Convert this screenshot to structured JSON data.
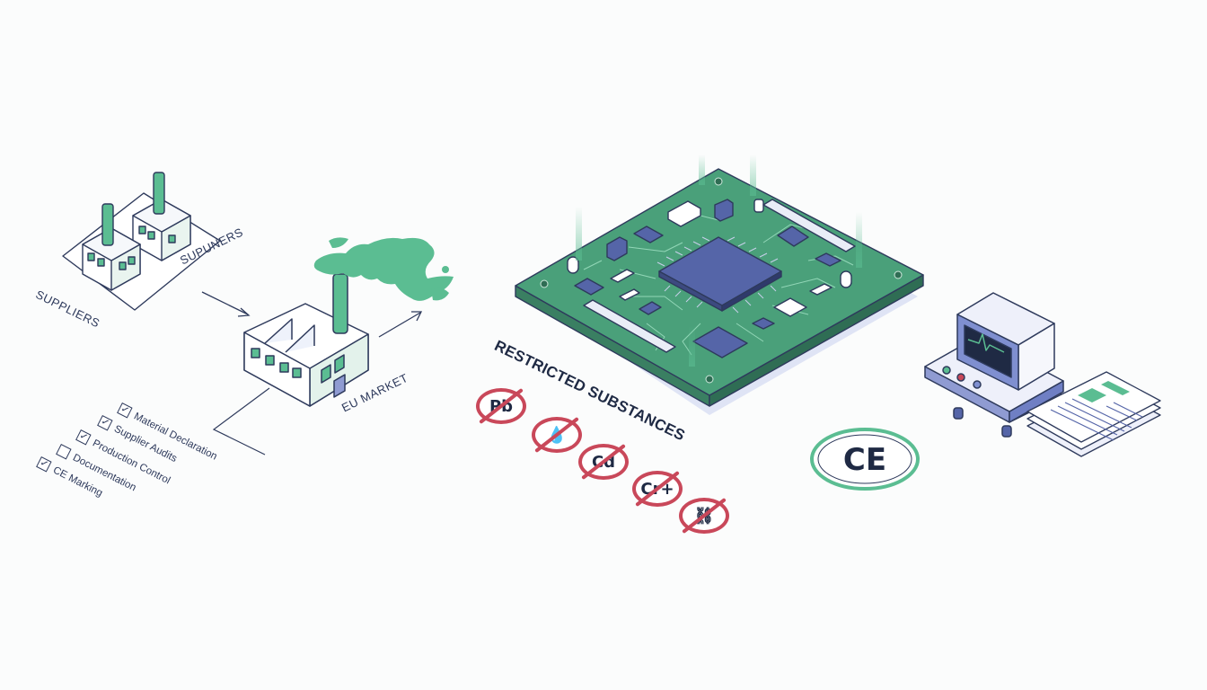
{
  "labels": {
    "suppliers_left": "SUPPLIERS",
    "suppliers_right": "SUPUNERS",
    "eu_market": "EU MARKET",
    "restricted": "RESTRICTED SUBSTANCES"
  },
  "checklist": [
    {
      "text": "Material Declaration",
      "checked": true
    },
    {
      "text": "Supplier Audits",
      "checked": true
    },
    {
      "text": "Production Control",
      "checked": true
    },
    {
      "text": "Documentation",
      "checked": false
    },
    {
      "text": "CE Marking",
      "checked": true
    }
  ],
  "substances": [
    {
      "symbol": "Pb",
      "icon": "lead-icon"
    },
    {
      "symbol": "",
      "icon": "mercury-drop-icon"
    },
    {
      "symbol": "Cd",
      "icon": "cadmium-icon"
    },
    {
      "symbol": "Cr+",
      "icon": "chromium-icon"
    },
    {
      "symbol": "",
      "icon": "chain-icon"
    }
  ],
  "ce_mark": "CE",
  "colors": {
    "green": "#5bbd92",
    "board": "#4aa07a",
    "navy": "#2e3a5c",
    "chip": "#5565a8",
    "red": "#c9485a",
    "device": "#7f8fd0"
  }
}
